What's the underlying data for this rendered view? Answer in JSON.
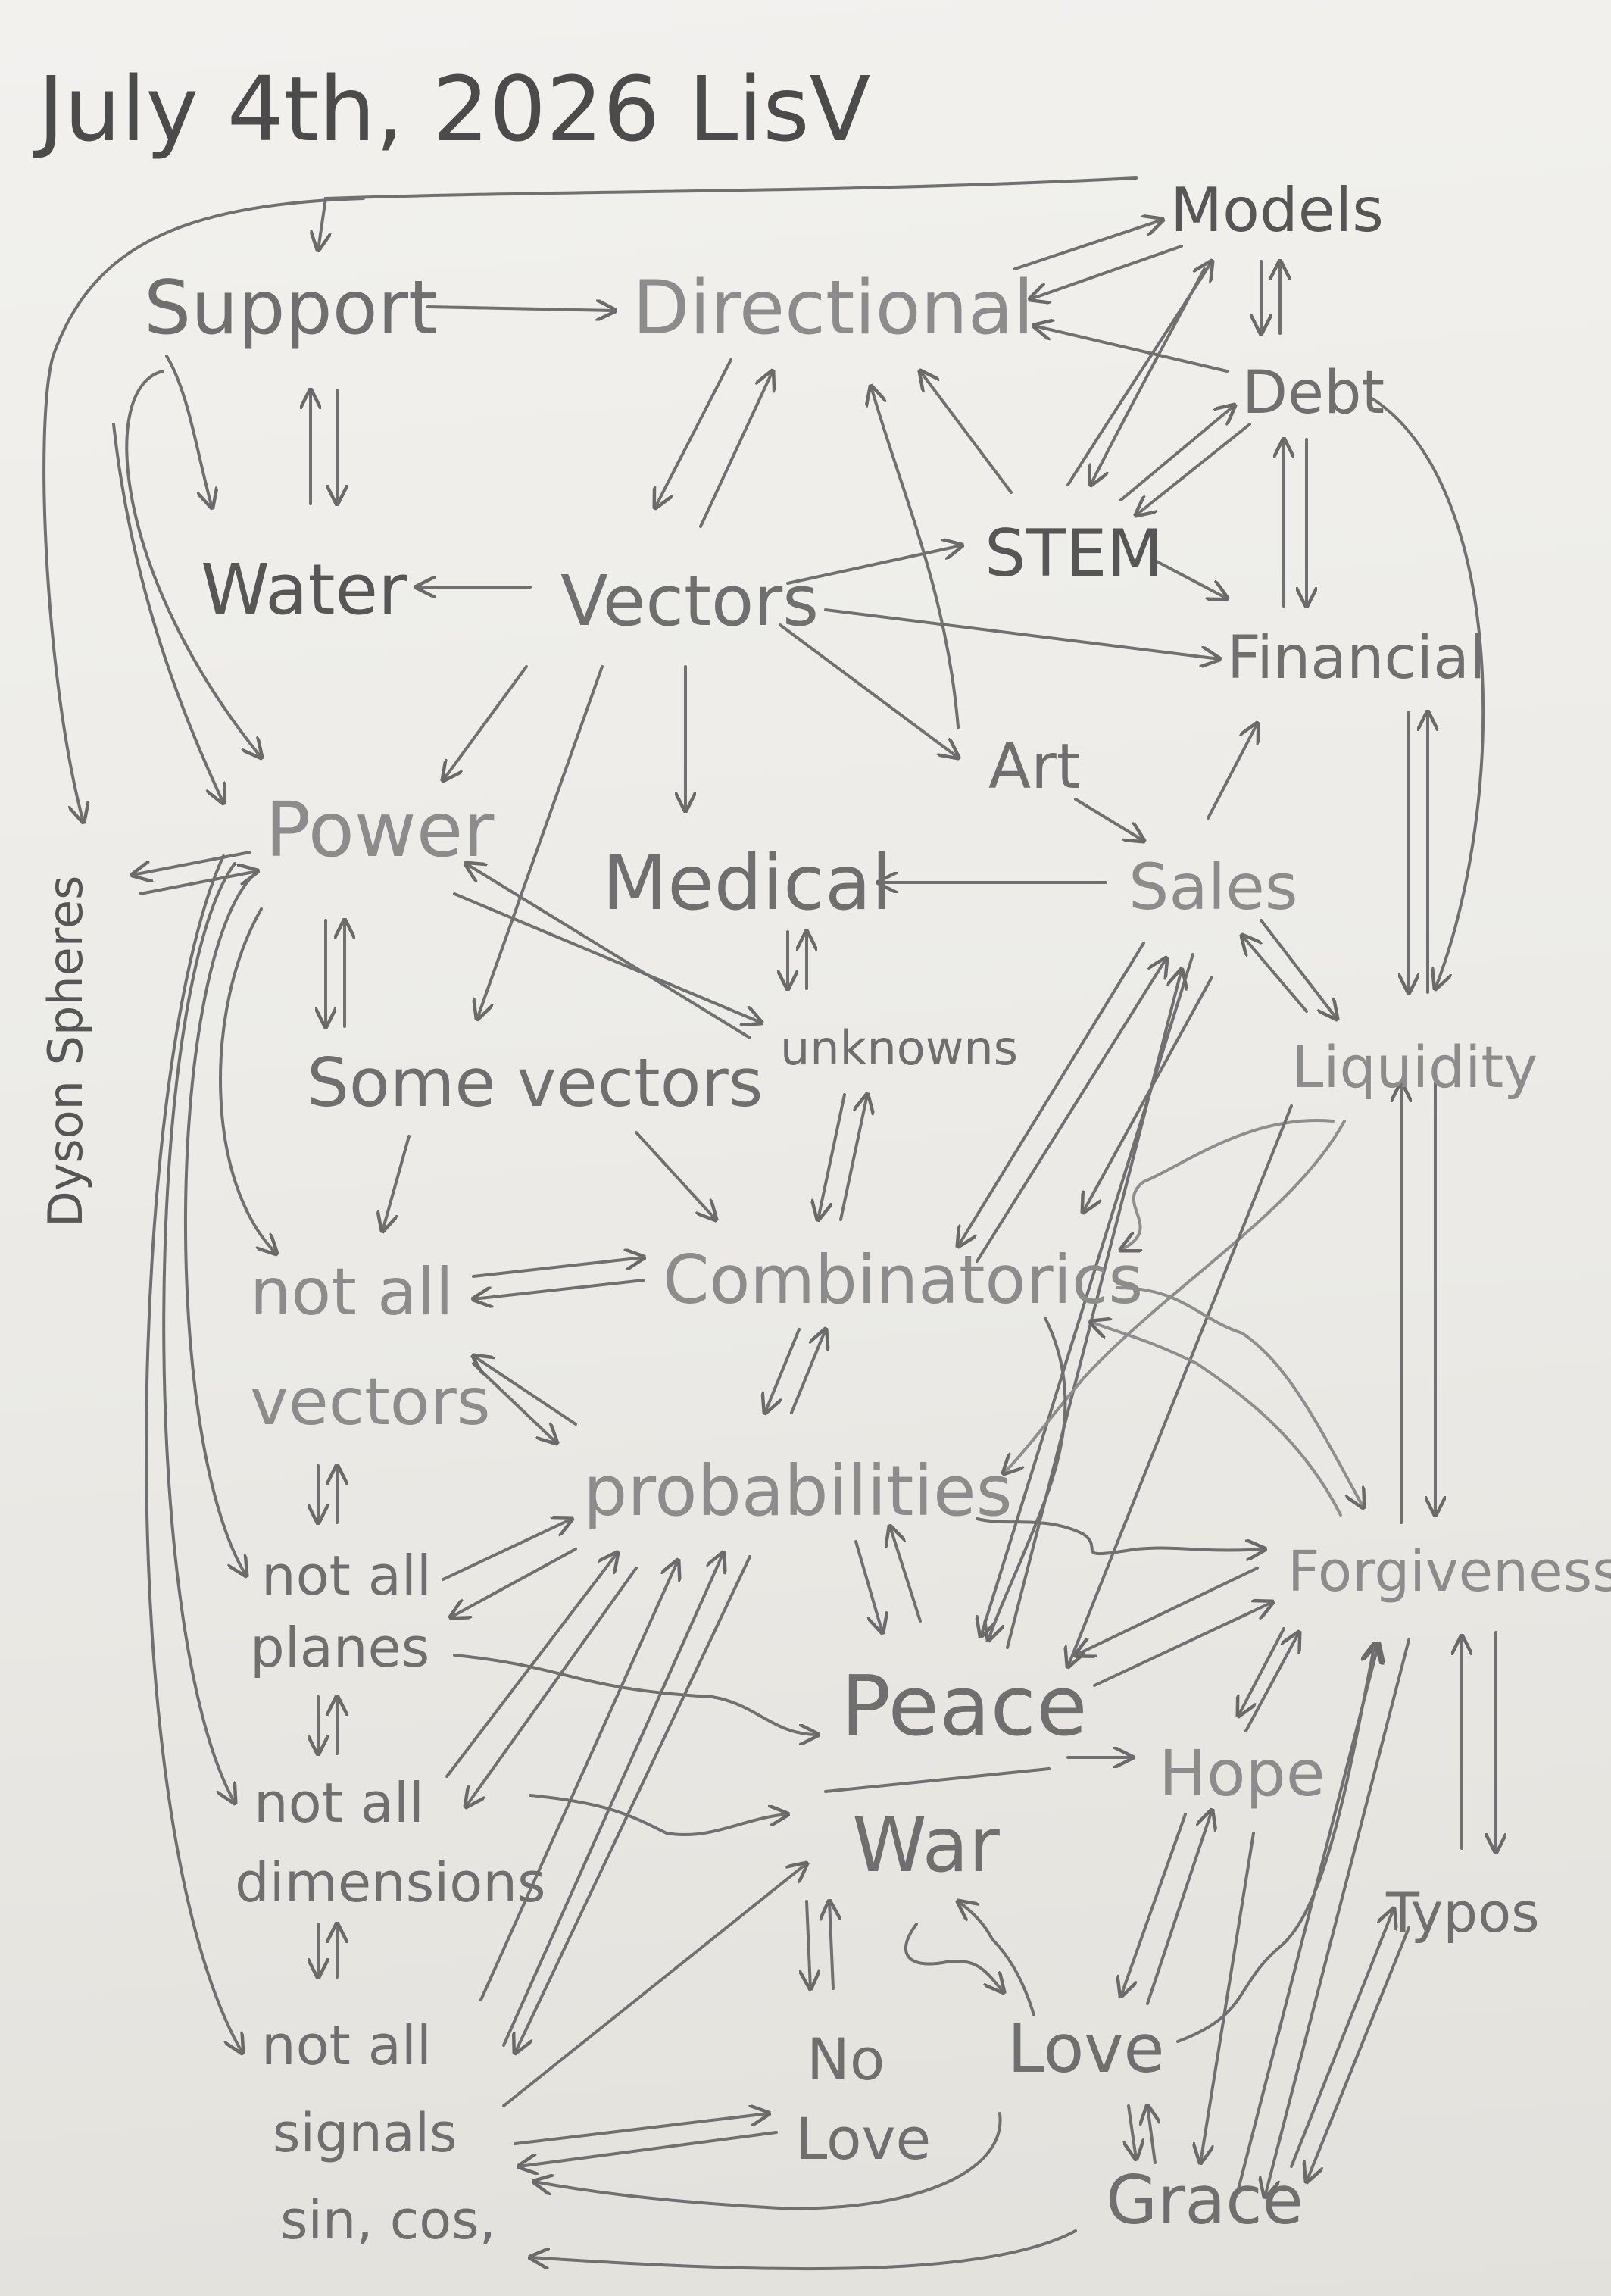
{
  "title": "July 4th, 2026 LisV",
  "nodes": {
    "models": "Models",
    "support": "Support",
    "directional": "Directional",
    "debt": "Debt",
    "water": "Water",
    "vectors": "Vectors",
    "stem": "STEM",
    "financial": "Financial",
    "art": "Art",
    "power": "Power",
    "medical": "Medical",
    "sales": "Sales",
    "dyson": "Dyson Spheres",
    "unknowns": "unknowns",
    "some_vectors": "Some vectors",
    "liquidity": "Liquidity",
    "not_all_vectors_1": "not all",
    "not_all_vectors_2": "vectors",
    "combinatorics": "Combinatorics",
    "probabilities": "probabilities",
    "not_all_planes_1": "not all",
    "not_all_planes_2": "planes",
    "forgiveness": "Forgiveness",
    "peace": "Peace",
    "hope": "Hope",
    "not_all_dimensions_1": "not all",
    "not_all_dimensions_2": "dimensions",
    "war": "War",
    "typos": "Typos",
    "not_all_signals_1": "not all",
    "not_all_signals_2": "signals",
    "not_all_signals_3": "sin, cos,",
    "no": "No",
    "love_left": "Love",
    "love_right": "Love",
    "grace": "Grace"
  },
  "colors": {
    "paper": "#efeeea",
    "pencil_dark": "#565656",
    "pencil_mid": "#6f6f6f",
    "pencil_light": "#8c8c8c"
  }
}
